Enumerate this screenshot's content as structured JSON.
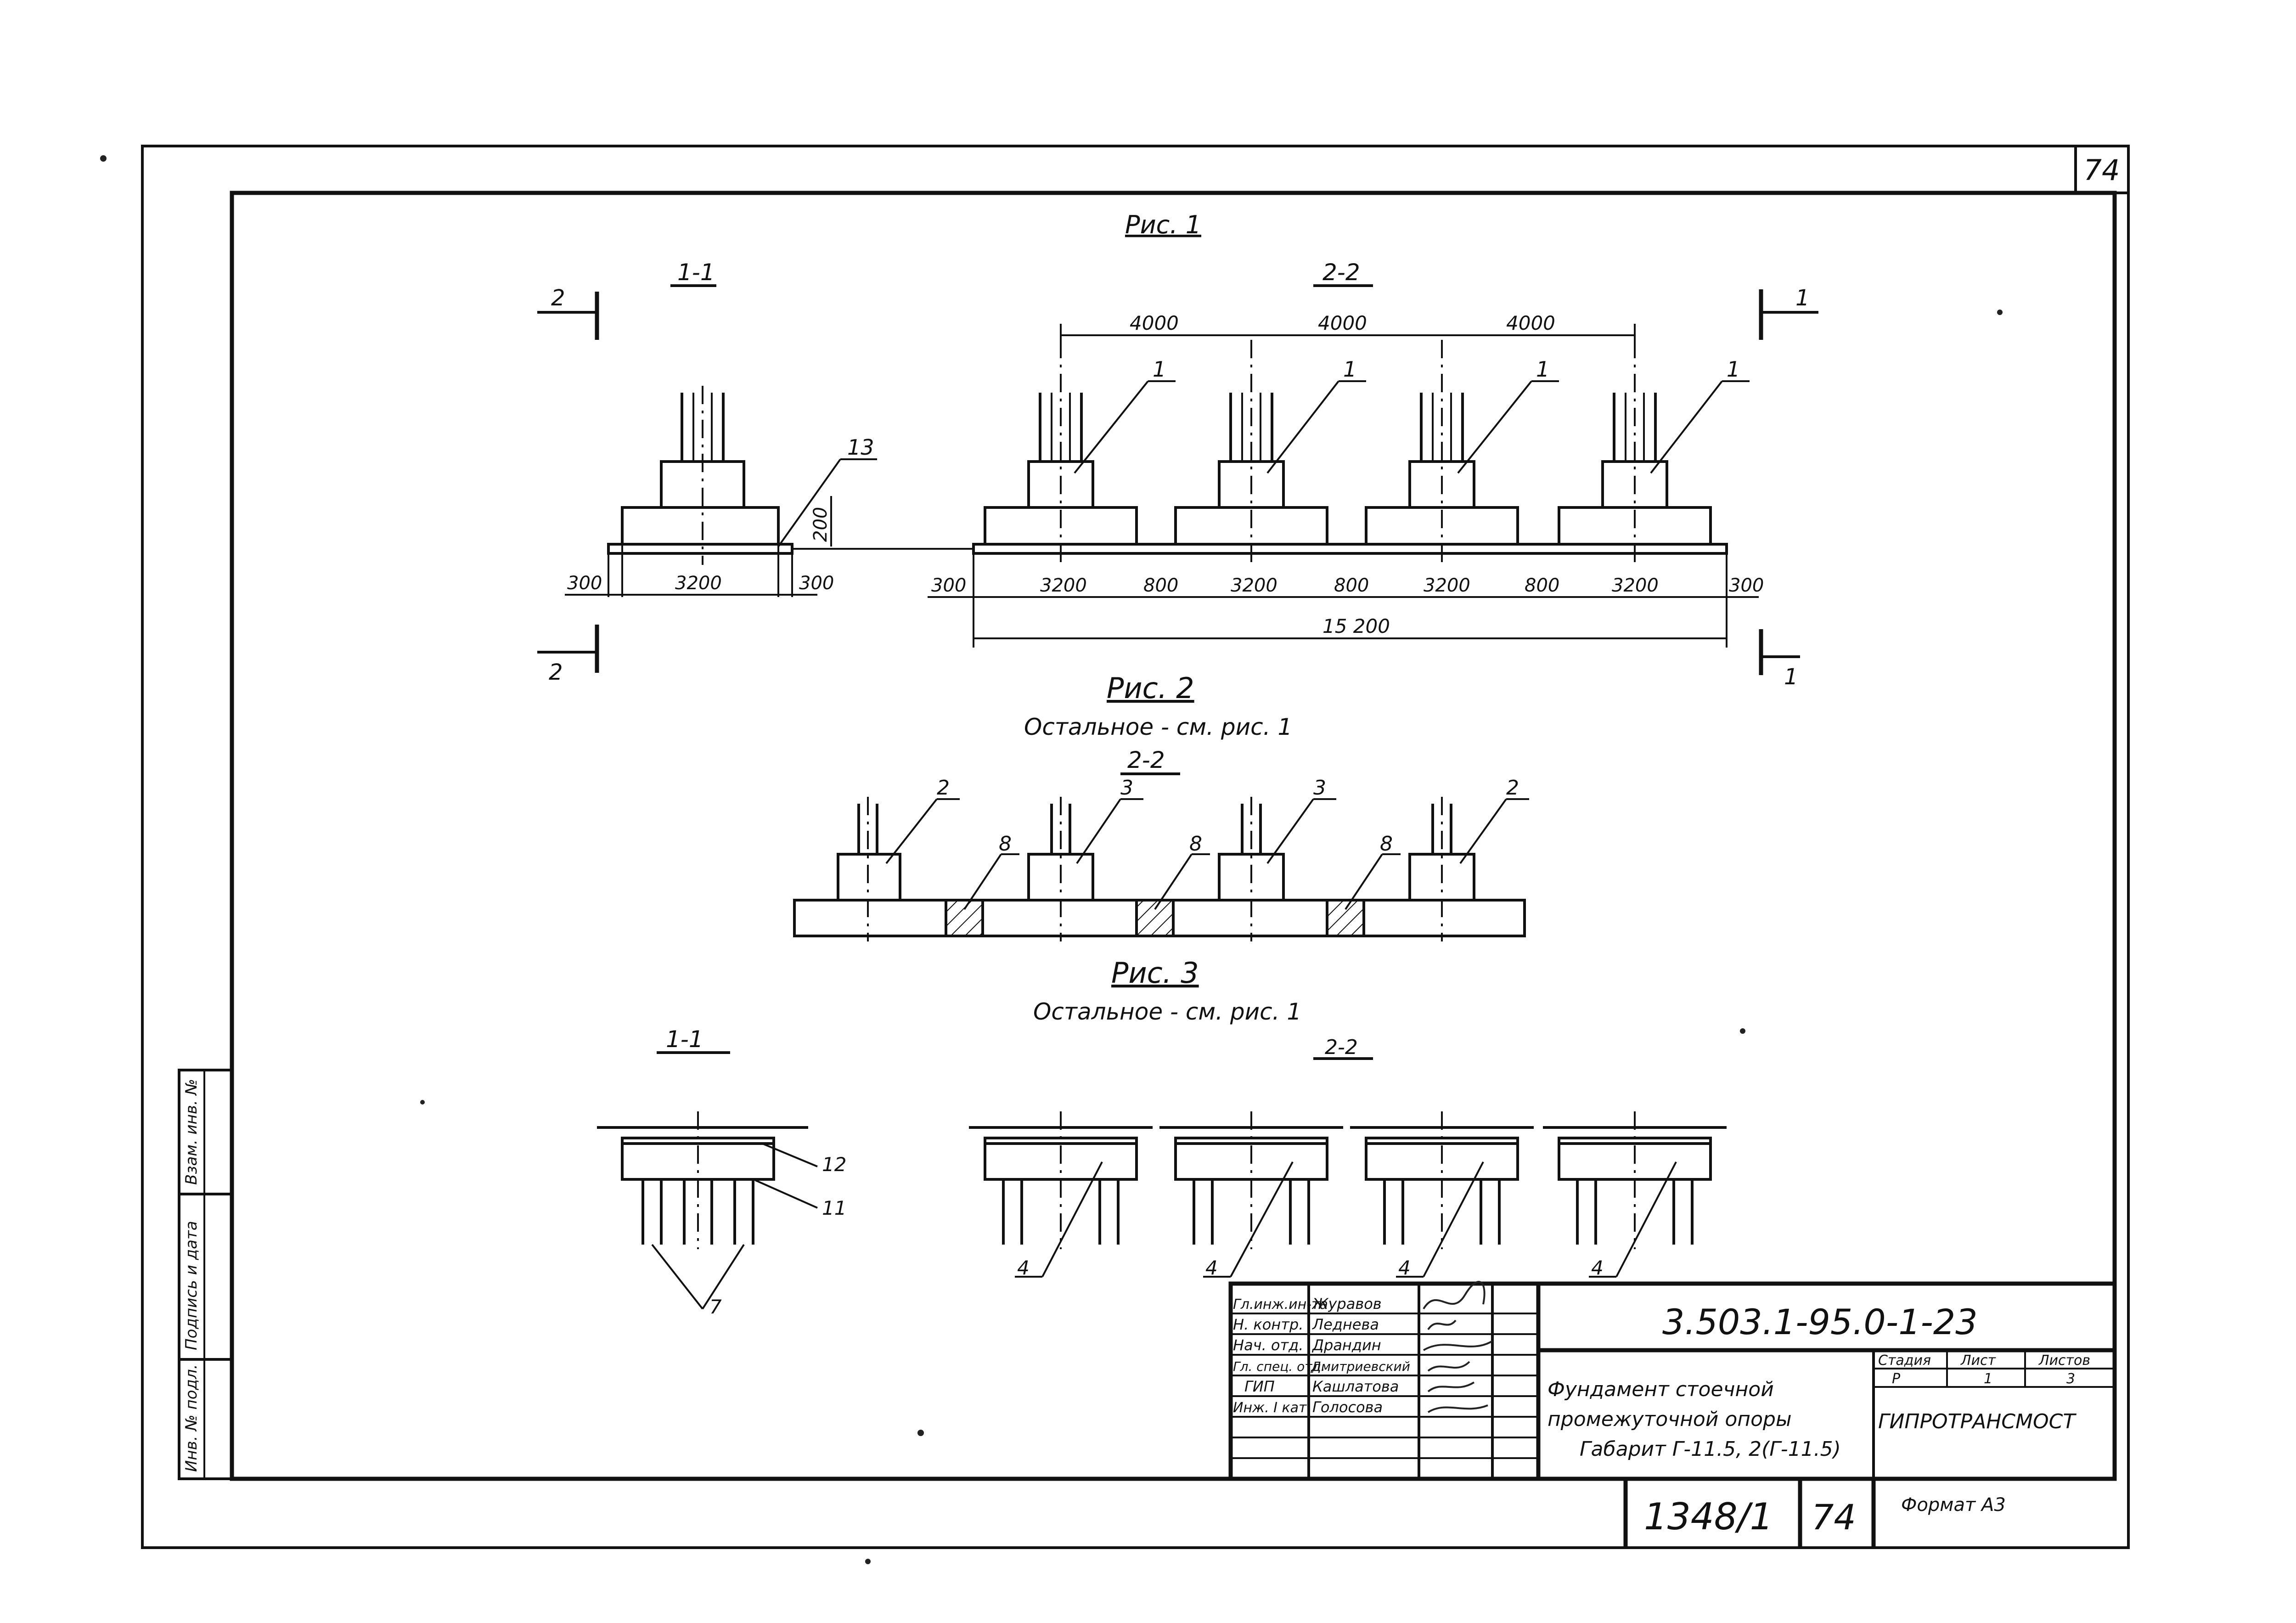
{
  "sheet_number": "74",
  "figures": {
    "fig1": {
      "caption": "Рис. 1",
      "section_1_1": "1-1",
      "section_2_2": "2-2",
      "cut_label_2": "2",
      "cut_label_1": "1",
      "callout_13": "13",
      "callout_1": "1",
      "dim_200": "200",
      "dim_300": "300",
      "dim_3200": "3200",
      "dim_800": "800",
      "dim_4000": "4000",
      "dim_15200": "15 200"
    },
    "fig2": {
      "caption": "Рис. 2",
      "note": "Остальное - см. рис. 1",
      "section_2_2": "2-2",
      "callout_2": "2",
      "callout_3": "3",
      "callout_8": "8"
    },
    "fig3": {
      "caption": "Рис. 3",
      "note": "Остальное - см. рис. 1",
      "section_1_1": "1-1",
      "section_2_2": "2-2",
      "callout_12": "12",
      "callout_11": "11",
      "callout_7": "7",
      "callout_4": "4"
    }
  },
  "side_stamp": {
    "cell_1": "Инв. № подл.",
    "cell_2": "Подпись и дата",
    "cell_3": "Взам. инв. №"
  },
  "title_block": {
    "document_code": "3.503.1-95.0-1-23",
    "roles": [
      "Гл.инж.ин-та",
      "Н. контр.",
      "Нач. отд.",
      "Гл. спец. отд.",
      "ГИП",
      "Инж. I кат."
    ],
    "names": [
      "Журавов",
      "Леднева",
      "Драндин",
      "Дмитриевский",
      "Кашлатова",
      "Голосова"
    ],
    "title_line_1": "Фундамент стоечной",
    "title_line_2": "промежуточной опоры",
    "title_line_3": "Габарит Г-11.5, 2(Г-11.5)",
    "stage_label": "Стадия",
    "sheet_label": "Лист",
    "sheets_label": "Листов",
    "stage_value": "Р",
    "sheet_value": "1",
    "sheets_value": "3",
    "organization": "ГИПРОТРАНСМОСТ",
    "album_number": "1348/1",
    "album_page": "74",
    "format_label": "Формат А3"
  }
}
